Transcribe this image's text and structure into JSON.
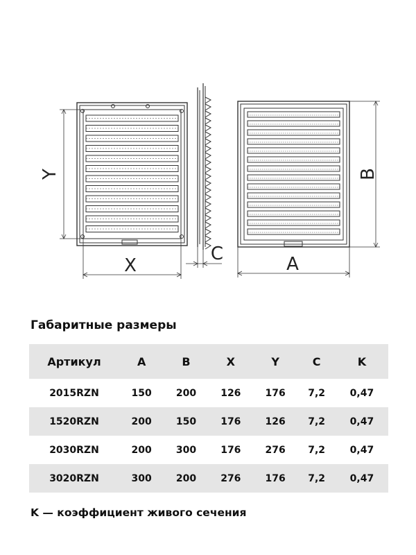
{
  "drawing": {
    "labels": {
      "x": "X",
      "y": "Y",
      "c": "C",
      "a": "A",
      "b": "B"
    }
  },
  "title": "Габаритные размеры",
  "table": {
    "headers": [
      "Артикул",
      "A",
      "B",
      "X",
      "Y",
      "C",
      "K"
    ],
    "rows": [
      [
        "2015RZN",
        "150",
        "200",
        "126",
        "176",
        "7,2",
        "0,47"
      ],
      [
        "1520RZN",
        "200",
        "150",
        "176",
        "126",
        "7,2",
        "0,47"
      ],
      [
        "2030RZN",
        "200",
        "300",
        "176",
        "276",
        "7,2",
        "0,47"
      ],
      [
        "3020RZN",
        "300",
        "200",
        "276",
        "176",
        "7,2",
        "0,47"
      ]
    ]
  },
  "note": "K — коэффициент живого сечения"
}
